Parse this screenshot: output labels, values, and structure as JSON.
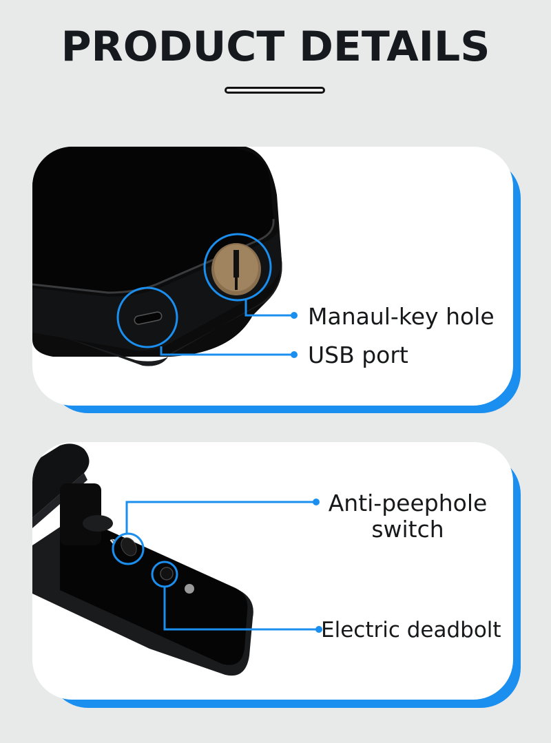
{
  "header": {
    "title": "PRODUCT DETAILS"
  },
  "colors": {
    "background": "#e8eaea",
    "accent": "#1a8ff0",
    "title": "#16191d",
    "card": "#ffffff"
  },
  "panels": [
    {
      "name": "lock-body-bottom",
      "callouts": [
        {
          "label": "Manaul-key hole",
          "icon": "key-hole-icon"
        },
        {
          "label": "USB port",
          "icon": "usb-c-port-icon"
        }
      ]
    },
    {
      "name": "lock-handle-inner-panel",
      "callouts": [
        {
          "label": "Anti-peephole switch",
          "line1": "Anti-peephole",
          "line2": "switch",
          "icon": "switch-icon"
        },
        {
          "label": "Electric deadbolt",
          "icon": "deadbolt-button-icon"
        }
      ]
    }
  ]
}
